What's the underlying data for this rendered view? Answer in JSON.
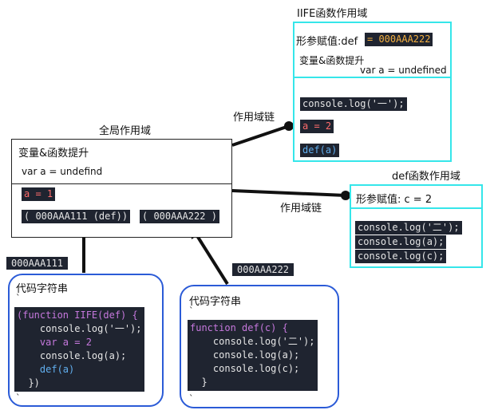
{
  "titles": {
    "iife_scope": "IIFE函数作用域",
    "global_scope": "全局作用域",
    "def_scope": "def函数作用域"
  },
  "chain_labels": {
    "top": "作用域链",
    "bottom": "作用域链"
  },
  "global": {
    "hoist_label": "变量&函数提升",
    "hoist_var": "var a = undefind",
    "assign": "a = 1",
    "call1": "( 000AAA111 (def))",
    "call2": "( 000AAA222 )"
  },
  "iife": {
    "param_label": "形参赋值:def",
    "param_value": "= 000AAA222",
    "hoist_label": "变量&函数提升",
    "hoist_var": "var a = undefined",
    "line1": "console.log('一');",
    "line2": "a = 2",
    "line3": "def(a)"
  },
  "def": {
    "param_label": "形参赋值: c = 2",
    "line1": "console.log('二');",
    "line2": "console.log(a);",
    "line3": "console.log(c);"
  },
  "tags": {
    "left": "000AAA111",
    "right": "000AAA222"
  },
  "strings": {
    "left_title": "代码字符串",
    "right_title": "代码字符串",
    "backtick": "`",
    "left_lines": [
      "(function IIFE(def) {",
      "    console.log('一');",
      "    var a = 2",
      "    console.log(a);",
      "    def(a)",
      "  })"
    ],
    "right_lines": [
      "function def(c) {",
      "    console.log('二');",
      "    console.log(a);",
      "    console.log(c);",
      "  }"
    ]
  },
  "colors": {
    "scope_border": "#35e6ea",
    "string_border": "#2b5bd7",
    "code_bg": "#1f2430"
  }
}
